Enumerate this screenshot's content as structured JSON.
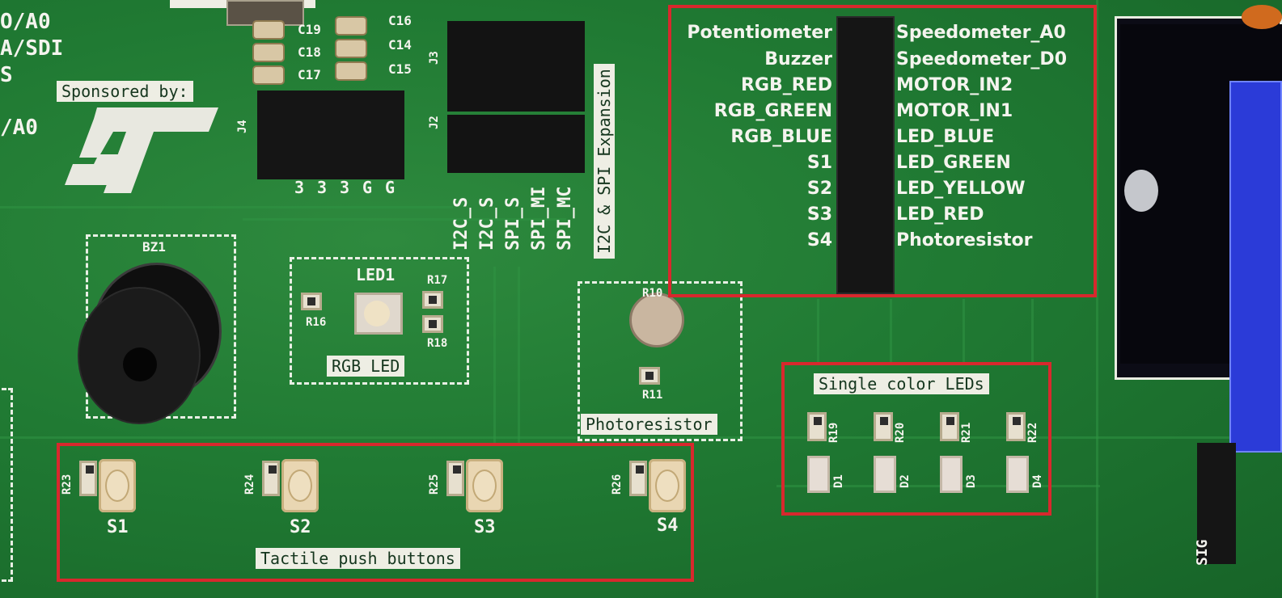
{
  "corner_labels": {
    "l1": "O/A0",
    "l2": "A/SDI",
    "l3": "S",
    "l4": "/A0"
  },
  "capacitors": [
    "C19",
    "C18",
    "C17",
    "C16",
    "C14",
    "C15"
  ],
  "sponsor": {
    "label": "Sponsored by:"
  },
  "header_labels": {
    "j3": "J3",
    "j2": "J2",
    "j4": "J4"
  },
  "small_header_pins": [
    "3",
    "3",
    "3",
    "G",
    "G"
  ],
  "expansion": {
    "title": "I2C & SPI Expansion",
    "pins": [
      "I2C_S",
      "I2C_S",
      "SPI_S",
      "SPI_MI",
      "SPI_MC"
    ]
  },
  "buzzer": {
    "ref": "BZ1"
  },
  "rgb": {
    "title": "RGB LED",
    "led": "LED1",
    "res_left": "R16",
    "res_top": "R17",
    "res_bottom": "R18"
  },
  "photo": {
    "title": "Photoresistor",
    "r_top": "R10",
    "r_bottom": "R11"
  },
  "connector": {
    "left": [
      "Potentiometer",
      "Buzzer",
      "RGB_RED",
      "RGB_GREEN",
      "RGB_BLUE",
      "S1",
      "S2",
      "S3",
      "S4"
    ],
    "right": [
      "Speedometer_A0",
      "Speedometer_D0",
      "MOTOR_IN2",
      "MOTOR_IN1",
      "LED_BLUE",
      "LED_GREEN",
      "LED_YELLOW",
      "LED_RED",
      "Photoresistor"
    ]
  },
  "leds": {
    "title": "Single color LEDs",
    "resistors": [
      "R19",
      "R20",
      "R21",
      "R22"
    ],
    "diodes": [
      "D1",
      "D2",
      "D3",
      "D4"
    ]
  },
  "buttons": {
    "title": "Tactile push buttons",
    "labels": [
      "S1",
      "S2",
      "S3",
      "S4"
    ],
    "resistors": [
      "R23",
      "R24",
      "R25",
      "R26"
    ]
  },
  "edge_label": "SIG",
  "colors": {
    "pcb": "#1f7a32",
    "highlight": "#d8282d",
    "silkscreen": "#f4f4ee"
  }
}
